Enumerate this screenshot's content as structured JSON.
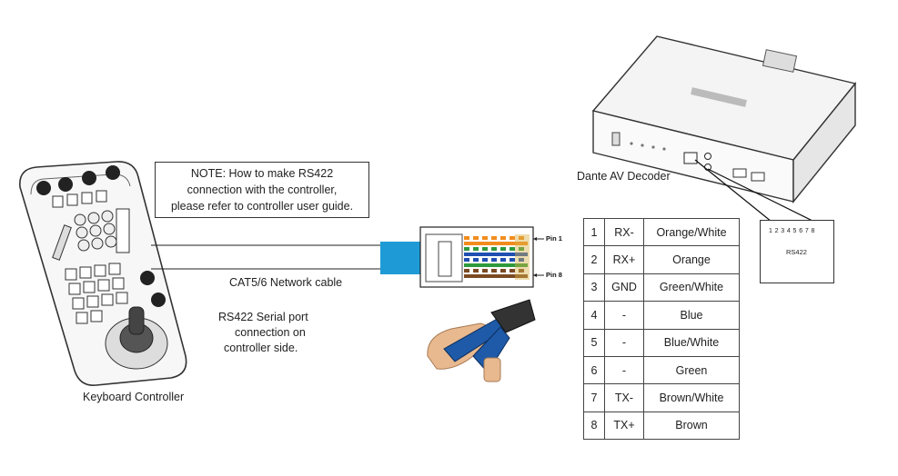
{
  "labels": {
    "keyboard_controller": "Keyboard Controller",
    "cable": "CAT5/6 Network cable",
    "rs422_line1": "RS422 Serial port",
    "rs422_line2": "connection on",
    "rs422_line3": "controller side.",
    "decoder": "Dante AV Decoder",
    "pin1": "Pin 1",
    "pin8": "Pin 8",
    "port_numbers": "1 2 3 4 5 6 7 8",
    "port_name": "RS422"
  },
  "note": {
    "line1": "NOTE: How to make RS422",
    "line2": "connection with the controller,",
    "line3": "please refer to controller user guide."
  },
  "pin_table": [
    {
      "pin": "1",
      "signal": "RX-",
      "color": "Orange/White"
    },
    {
      "pin": "2",
      "signal": "RX+",
      "color": "Orange"
    },
    {
      "pin": "3",
      "signal": "GND",
      "color": "Green/White"
    },
    {
      "pin": "4",
      "signal": "-",
      "color": "Blue"
    },
    {
      "pin": "5",
      "signal": "-",
      "color": "Blue/White"
    },
    {
      "pin": "6",
      "signal": "-",
      "color": "Green"
    },
    {
      "pin": "7",
      "signal": "TX-",
      "color": "Brown/White"
    },
    {
      "pin": "8",
      "signal": "TX+",
      "color": "Brown"
    }
  ],
  "colors": {
    "cable_blue": "#1e9bd7",
    "orange": "#f28c1e",
    "green": "#2e9a3c",
    "blue": "#1f4fb0",
    "brown": "#7a4a22",
    "gold": "#d8b24a"
  }
}
